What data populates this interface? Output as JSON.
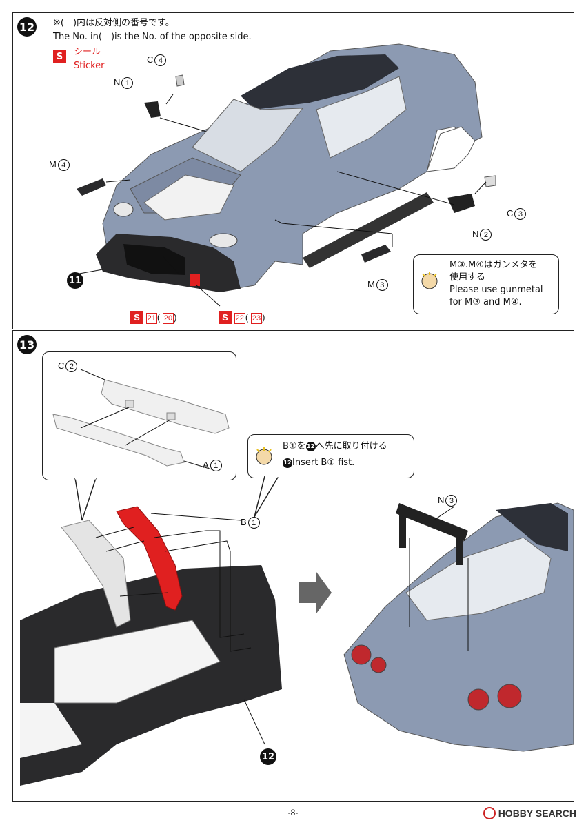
{
  "step12": {
    "number": "12",
    "note_jp": "※(　)内は反対側の番号です。",
    "note_en": "The No. in(　)is the No. of the opposite side.",
    "sticker_icon": "S",
    "sticker_jp": "シール",
    "sticker_en": "Sticker",
    "labels": {
      "c4": "C",
      "c4n": "4",
      "n1": "N",
      "n1n": "1",
      "m4": "M",
      "m4n": "4",
      "c3": "C",
      "c3n": "3",
      "n2": "N",
      "n2n": "2",
      "m3": "M",
      "m3n": "3",
      "ref11": "11"
    },
    "sticker_a": {
      "icon": "S",
      "num": "21",
      "paren_num": "20"
    },
    "sticker_b": {
      "icon": "S",
      "num": "22",
      "paren_num": "23"
    },
    "bubble": {
      "line1": "M③.M④はガンメタを",
      "line2": "使用する",
      "line3": "Please use gunmetal",
      "line4": "for M③ and M④."
    }
  },
  "step13": {
    "number": "13",
    "labels": {
      "c2": "C",
      "c2n": "2",
      "a1": "A",
      "a1n": "1",
      "b1": "B",
      "b1n": "1",
      "n3": "N",
      "n3n": "3",
      "ref12": "12"
    },
    "bubble": {
      "line1_a": "B①を",
      "line1_ref": "12",
      "line1_b": "へ先に取り付ける",
      "line2_ref": "12",
      "line2": "Insert  B① fist."
    }
  },
  "footer": {
    "page": "-8-",
    "brand": "HOBBY SEARCH"
  },
  "colors": {
    "body": "#8c9ab2",
    "accent_red": "#e02020",
    "dark": "#222222"
  }
}
